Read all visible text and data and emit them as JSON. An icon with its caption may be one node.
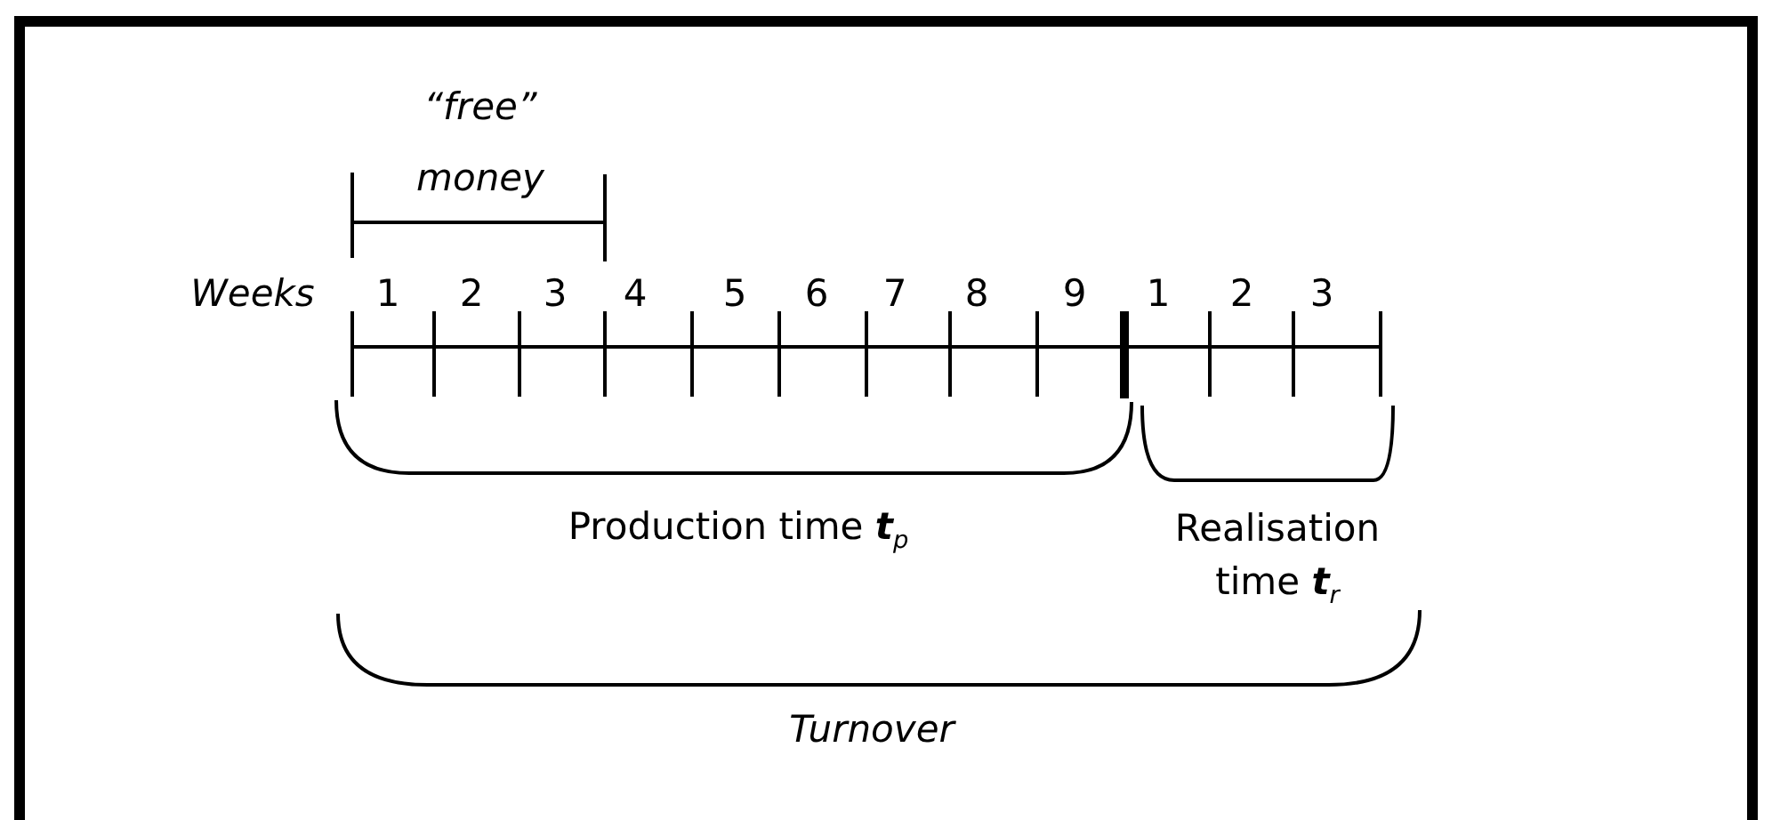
{
  "diagram": {
    "labels": [
      "“free” money",
      "Weeks",
      "1",
      "2",
      "3",
      "4",
      "5",
      "6",
      "7",
      "8",
      "9",
      "1",
      "2",
      "3",
      "Production time **t**$_{p}$",
      "Realisation time **t**$_{r}$",
      "Turnover"
    ]
  }
}
